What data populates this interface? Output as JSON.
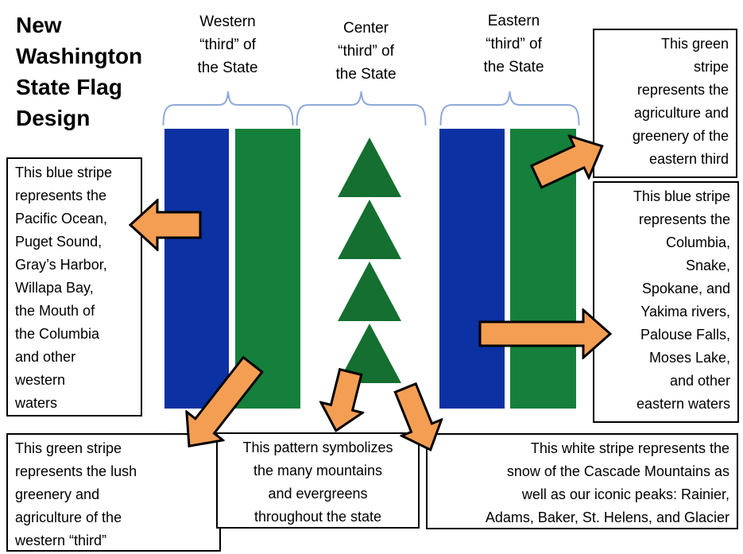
{
  "title": "New\nWashington\nState Flag\nDesign",
  "region_labels": {
    "western": "Western\n“third” of\nthe State",
    "center": "Center\n“third” of\nthe State",
    "eastern": "Eastern\n“third” of\nthe State"
  },
  "notes": {
    "west_blue": "This blue stripe\nrepresents  the\nPacific Ocean,\nPuget Sound,\nGray’s Harbor,\nWillapa Bay,\nthe Mouth of\nthe Columbia\nand other\nwestern\nwaters",
    "east_green": "This green\nstripe\nrepresents the\nagriculture and\ngreenery  of the\neastern third",
    "east_blue": "This blue stripe\nrepresents the\nColumbia,\nSnake,\nSpokane, and\nYakima rivers,\nPalouse Falls,\nMoses Lake,\nand other\neastern waters",
    "west_green": "This green stripe\nrepresents the lush\ngreenery and\nagriculture of the\nwestern “third”",
    "center_pattern": "This pattern symbolizes\nthe many mountains\nand evergreens\nthroughout the state",
    "white_stripe": "This white stripe represents the\nsnow of the Cascade Mountains as\nwell as our iconic peaks: Rainier,\nAdams, Baker, St. Helens, and Glacier"
  },
  "colors": {
    "stripe_blue": "#0B31A2",
    "stripe_green": "#15803C",
    "triangle_green": "#146F30",
    "arrow_orange": "#F49E54",
    "arrow_outline": "#000000",
    "brace_blue": "#8EA9DB",
    "box_border": "#000000"
  },
  "icons": {
    "arrows": [
      "arrow-west-icon",
      "arrow-northeast-icon",
      "arrow-east-icon",
      "arrow-southwest-icon",
      "arrow-south-icon",
      "arrow-southeast-icon"
    ],
    "braces": [
      "brace-western",
      "brace-center",
      "brace-eastern"
    ],
    "tree_triangle_count": 4
  }
}
